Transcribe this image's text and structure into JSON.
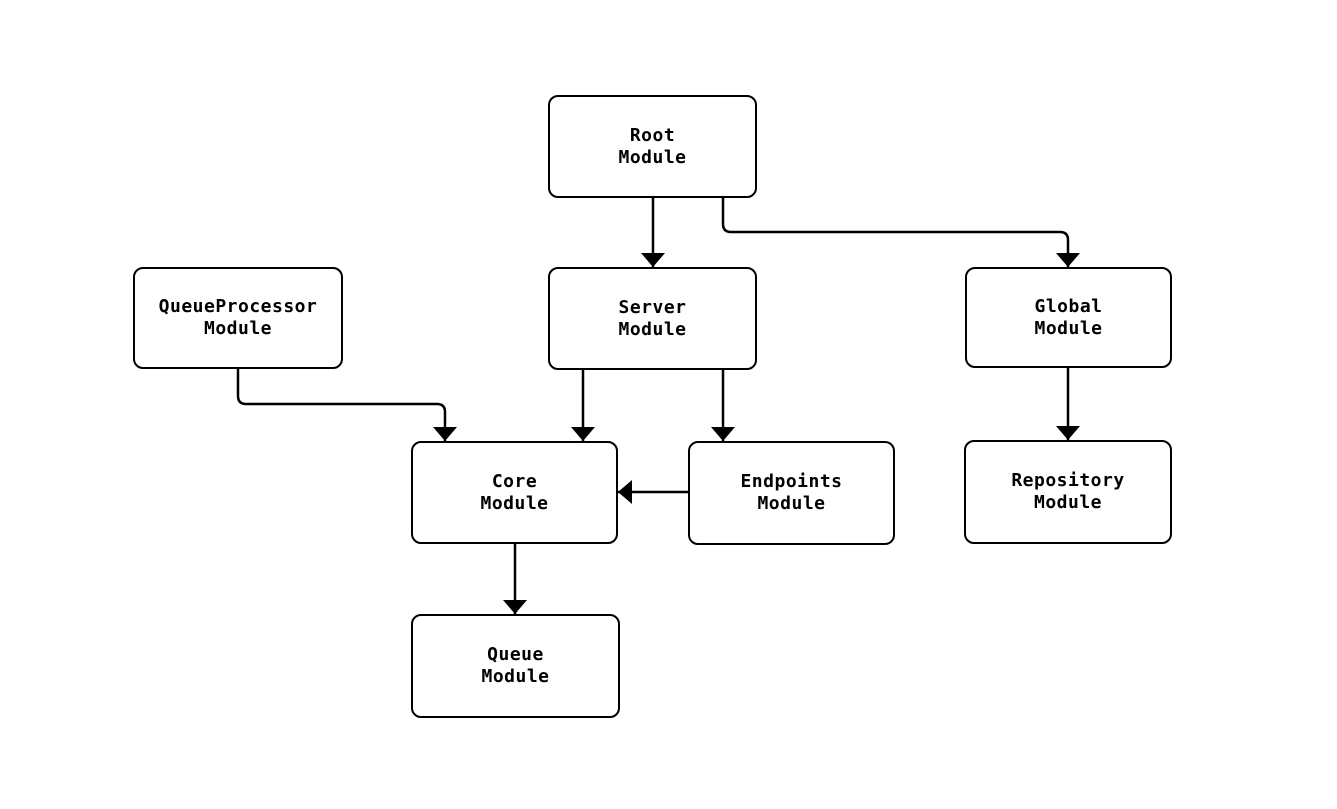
{
  "diagram": {
    "type": "flowchart",
    "background": "#ffffff",
    "colors": {
      "node_fill": "#ffffff",
      "node_border": "#000000",
      "edge_line": "#000000",
      "text": "#000000"
    },
    "nodes": [
      {
        "id": "root",
        "label": "Root\nModule"
      },
      {
        "id": "queueprocessor",
        "label": "QueueProcessor\nModule"
      },
      {
        "id": "server",
        "label": "Server\nModule"
      },
      {
        "id": "global",
        "label": "Global\nModule"
      },
      {
        "id": "core",
        "label": "Core\nModule"
      },
      {
        "id": "endpoints",
        "label": "Endpoints\nModule"
      },
      {
        "id": "repository",
        "label": "Repository\nModule"
      },
      {
        "id": "queue",
        "label": "Queue\nModule"
      }
    ],
    "edges": [
      {
        "from": "Root Module",
        "to": "Server Module"
      },
      {
        "from": "Root Module",
        "to": "Global Module"
      },
      {
        "from": "QueueProcessor Module",
        "to": "Core Module"
      },
      {
        "from": "Server Module",
        "to": "Core Module"
      },
      {
        "from": "Server Module",
        "to": "Endpoints Module"
      },
      {
        "from": "Endpoints Module",
        "to": "Core Module"
      },
      {
        "from": "Core Module",
        "to": "Queue Module"
      },
      {
        "from": "Global Module",
        "to": "Repository Module"
      }
    ]
  }
}
